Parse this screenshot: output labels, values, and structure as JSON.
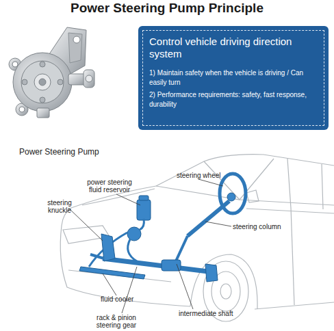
{
  "diagram": {
    "title": "Power Steering Pump Principle",
    "nodes": [
      {
        "text": [
          "Control vehicle driving direction system",
          "1) Maintain safety when the vehicle is driving / Can easily turn",
          "2) Performance requirements: safety, fast response, durability"
        ]
      }
    ],
    "labels": [
      "Power Steering Pump",
      "power steering fluid reservoir",
      "steering knuckle",
      "steering wheel",
      "steering column",
      "fluid cooler",
      "rack & pinion steering gear",
      "intermediate shaft"
    ]
  }
}
